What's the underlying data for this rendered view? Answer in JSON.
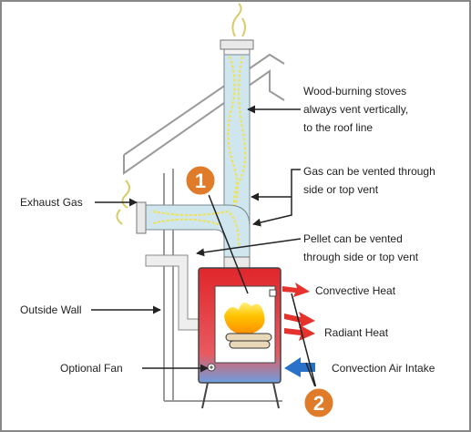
{
  "labels": {
    "wood": [
      "Wood-burning stoves",
      "always vent vertically,",
      "to the roof line"
    ],
    "gas": [
      "Gas can be vented through",
      "side or top vent"
    ],
    "pellet": [
      "Pellet can be vented",
      "through side or top vent"
    ],
    "exhaust": "Exhaust Gas",
    "outside_wall": "Outside Wall",
    "optional_fan": "Optional Fan",
    "convective_heat": "Convective Heat",
    "radiant_heat": "Radiant Heat",
    "convection_air_intake": "Convection Air Intake"
  },
  "markers": {
    "one": "1",
    "two": "2"
  },
  "colors": {
    "marker": "#e07b2a",
    "stove_red": "#e0262b",
    "pipe_blue": "#c6e3ee",
    "arrow_red": "#e5322d",
    "arrow_blue": "#2a72c9",
    "wall_gray": "#9a9a9a"
  }
}
